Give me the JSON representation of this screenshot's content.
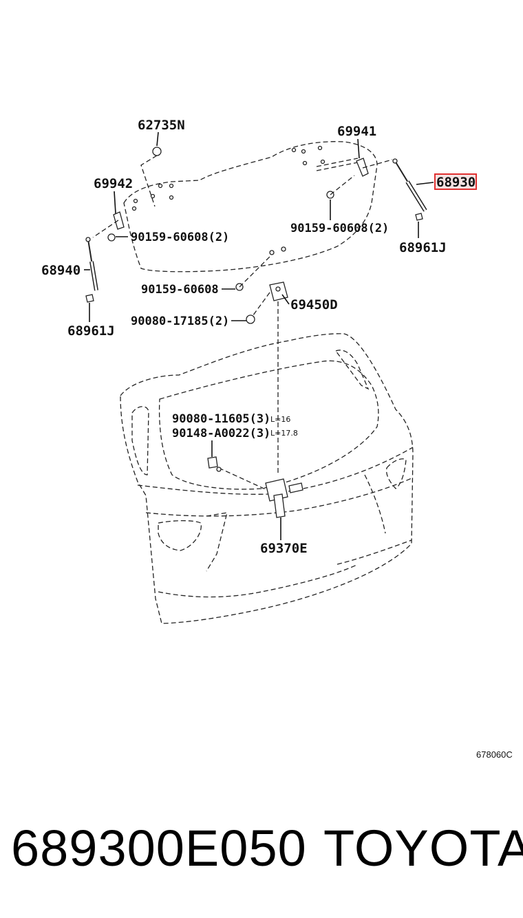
{
  "labels": {
    "l62735N": "62735N",
    "l69941": "69941",
    "l69942": "69942",
    "l68930": "68930",
    "l90159a": "90159-60608(2)",
    "l90159b": "90159-60608(2)",
    "l68961Ja": "68961J",
    "l68940": "68940",
    "l90159c": "90159-60608",
    "l69450D": "69450D",
    "l90080a": "90080-17185(2)",
    "l68961Jb": "68961J",
    "l90080b": "90080-11605(3)",
    "l90080b_note": "L=16",
    "l90148": "90148-A0022(3)",
    "l90148_note": "L=17.8",
    "l69370E": "69370E"
  },
  "highlight_color": "#e03030",
  "diagram_ref": "678060C",
  "footer": {
    "part_number": "689300E050",
    "brand": "TOYOTA"
  }
}
